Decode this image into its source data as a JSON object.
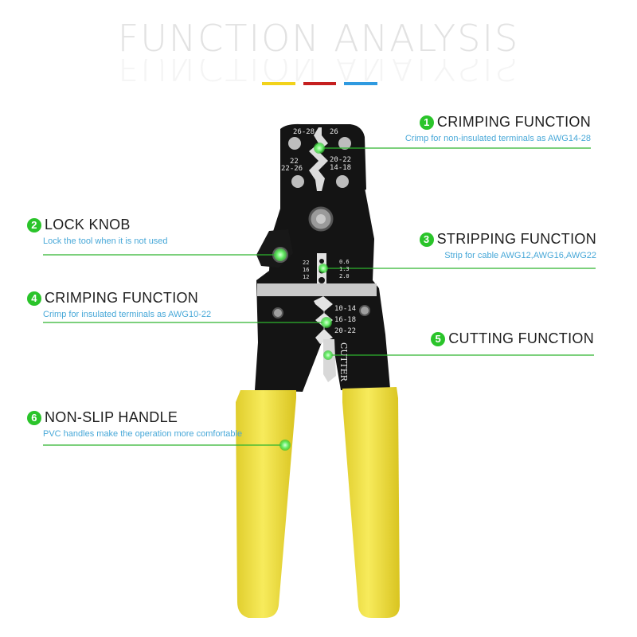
{
  "title": "FUNCTION ANALYSIS",
  "accent_bars": [
    "#f2d21a",
    "#c51f1f",
    "#2f9ae0"
  ],
  "colors": {
    "line": "#2db52d",
    "dot": "#7df07d",
    "sub_text": "#48a8d8",
    "handle": "#f2e246",
    "metal": "#141414"
  },
  "die_markings": {
    "top_left_1": "26-28",
    "top_right_1": "26",
    "top_left_2": "22",
    "top_right_2": "20-22",
    "top_left_3": "22-26",
    "top_right_3": "14-18",
    "strip_left": [
      "22",
      "16",
      "12"
    ],
    "strip_right": [
      "0.6",
      "1.3",
      "2.0"
    ],
    "insul": [
      "10-14",
      "16-18",
      "20-22"
    ],
    "cutter": "CUTTER"
  },
  "callouts": [
    {
      "num": "1",
      "title": "CRIMPING FUNCTION",
      "desc": "Crimp for non-insulated terminals as AWG14-28"
    },
    {
      "num": "2",
      "title": "LOCK KNOB",
      "desc": "Lock the tool when it is not used"
    },
    {
      "num": "3",
      "title": "STRIPPING FUNCTION",
      "desc": "Strip for cable AWG12,AWG16,AWG22"
    },
    {
      "num": "4",
      "title": "CRIMPING FUNCTION",
      "desc": "Crimp for insulated terminals as AWG10-22"
    },
    {
      "num": "5",
      "title": "CUTTING FUNCTION",
      "desc": ""
    },
    {
      "num": "6",
      "title": "NON-SLIP HANDLE",
      "desc": "PVC handles make the operation more comfortable"
    }
  ]
}
